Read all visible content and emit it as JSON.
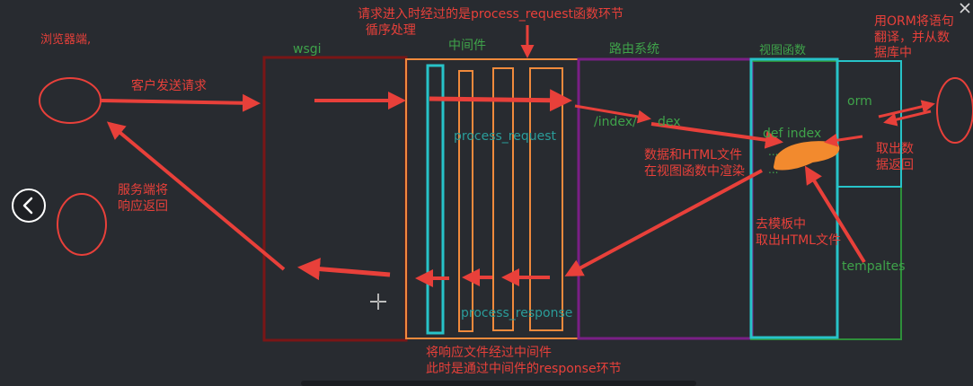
{
  "labels": {
    "browser": "浏览器端,",
    "client_send": "客户发送请求",
    "server_return": "服务端将\n响应返回",
    "request_note": "请求进入时经过的是process_request函数环节\n  循序处理",
    "response_note": "将响应文件经过中间件\n此时是通过中间件的response环节",
    "wsgi": "wsgi",
    "middleware": "中间件",
    "routing": "路由系统",
    "view_func": "视图函数",
    "orm_translate": "用ORM将语句\n翻译，并从数\n据库中",
    "orm": "orm",
    "fetch_data": "取出数\n据返回",
    "process_request": "process_request",
    "process_response": "process_response",
    "route_path": "/index/",
    "route_dex": "dex",
    "def_index": "def index",
    "ellipsis1": "...",
    "ellipsis2": "...",
    "render_note": "数据和HTML文件\n在视图函数中渲染",
    "template_note": "去模板中\n取出HTML文件",
    "templates": "tempaltes"
  },
  "colors": {
    "background": "#282b30",
    "annotation_red": "#e8403a",
    "wsgi_box": "#7a1616",
    "middleware_box": "#f08a3c",
    "routing_box": "#7a1f86",
    "view_box": "#27c3c8",
    "orm_box": "#2e8f3a",
    "highlight_orange": "#f28a2e"
  },
  "icons": {
    "back": "chevron-left-icon",
    "close": "close-icon",
    "cursor": "crosshair-cursor-icon"
  }
}
